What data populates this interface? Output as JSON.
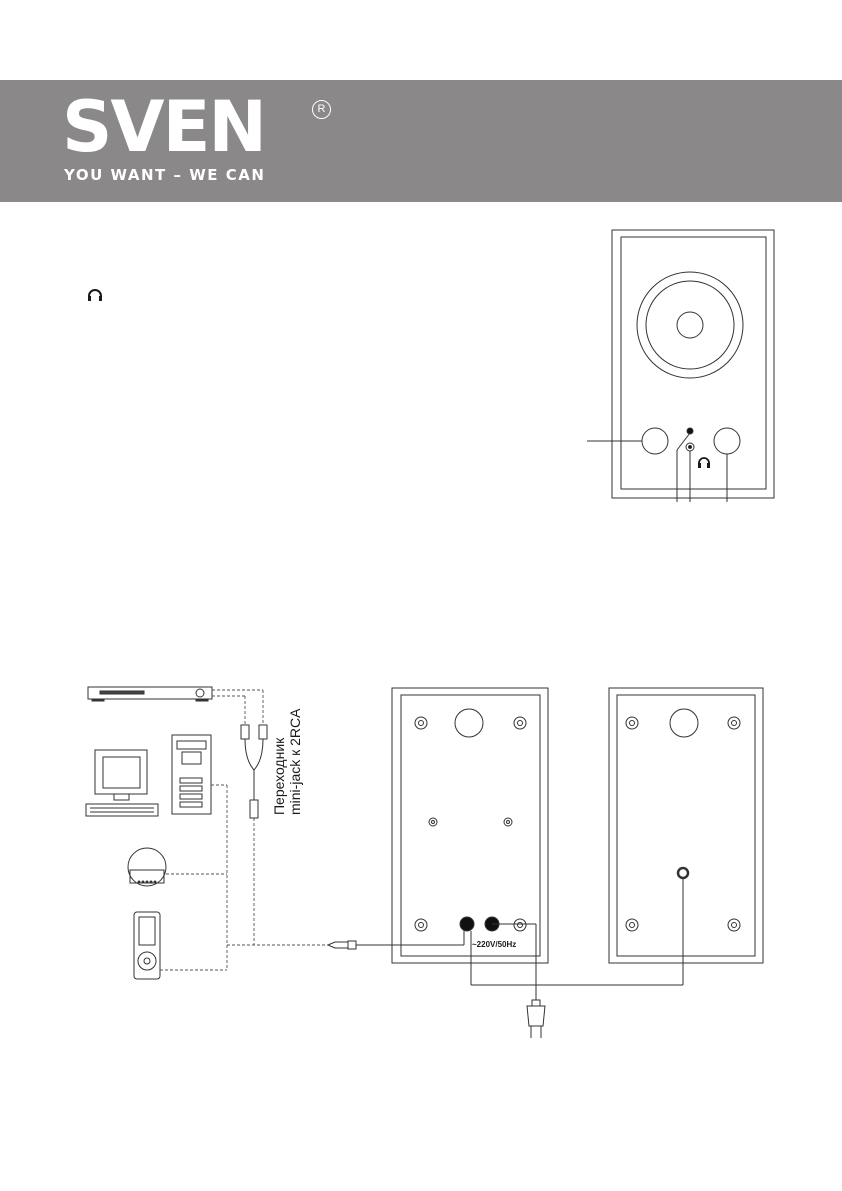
{
  "header": {
    "brand": "SVEN",
    "registered": "R",
    "tagline": "YOU WANT – WE CAN",
    "background_color": "#8a8889"
  },
  "icons": {
    "headphones_top": "headphones-icon"
  },
  "diagram": {
    "adapter_label_line1": "Переходник",
    "adapter_label_line2": "mini-jack к 2RCA",
    "power_label": "~220V/50Hz"
  }
}
